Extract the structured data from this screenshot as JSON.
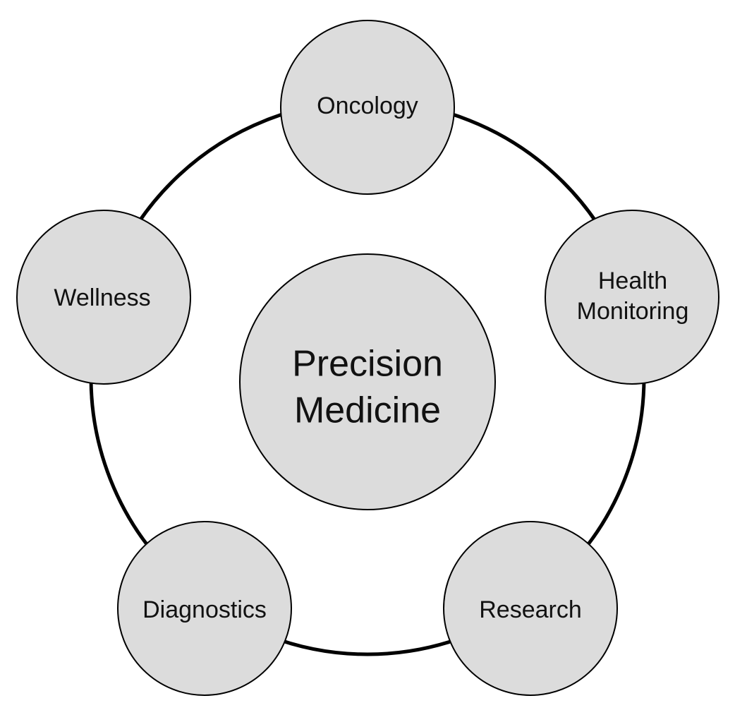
{
  "diagram": {
    "center": {
      "lines": [
        "Precision",
        "Medicine"
      ]
    },
    "satellites": [
      {
        "id": "oncology",
        "lines": [
          "Oncology"
        ]
      },
      {
        "id": "health-monitoring",
        "lines": [
          "Health",
          "Monitoring"
        ]
      },
      {
        "id": "research",
        "lines": [
          "Research"
        ]
      },
      {
        "id": "diagnostics",
        "lines": [
          "Diagnostics"
        ]
      },
      {
        "id": "wellness",
        "lines": [
          "Wellness"
        ]
      }
    ],
    "colors": {
      "node_fill": "#dcdcdc",
      "stroke": "#000000",
      "background": "#ffffff"
    }
  }
}
